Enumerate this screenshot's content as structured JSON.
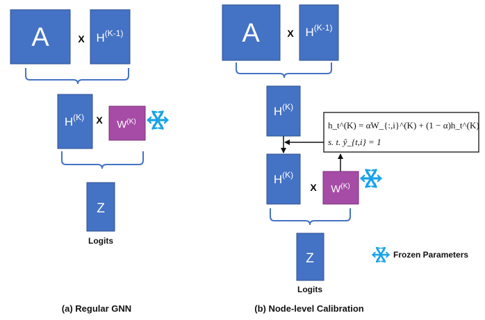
{
  "colors": {
    "matrix_fill": "#4472C4",
    "matrix_stroke": "#2F528F",
    "weight_fill": "#A64CA6",
    "weight_stroke": "#7A2F7A",
    "bracket": "#4472C4",
    "snowflake": "#1AA3E8"
  },
  "icons": {
    "frozen": "snowflake-icon"
  },
  "panel_a": {
    "a_label": "A",
    "times": "X",
    "h_prev_base": "H",
    "h_prev_sup": "(K-1)",
    "h_k_base": "H",
    "h_k_sup": "(K)",
    "times2": "X",
    "w_base": "W",
    "w_sup": "(K)",
    "z_label": "Z",
    "logits": "Logits",
    "caption": "(a) Regular GNN"
  },
  "panel_b": {
    "a_label": "A",
    "times": "X",
    "h_prev_base": "H",
    "h_prev_sup": "(K-1)",
    "h_k_base": "H",
    "h_k_sup": "(K)",
    "h_k2_base": "H",
    "h_k2_sup": "(K)",
    "times2": "X",
    "w_base": "W",
    "w_sup": "(K)",
    "z_label": "Z",
    "logits": "Logits",
    "caption": "(b) Node-level Calibration",
    "equation_line1": "h_t^(K) = αW_{:,i}^(K) + (1 − α)h_t^(K)",
    "equation_line2": "s. t. ŷ_{t,i} = 1"
  },
  "legend": {
    "label": "Frozen Parameters"
  }
}
